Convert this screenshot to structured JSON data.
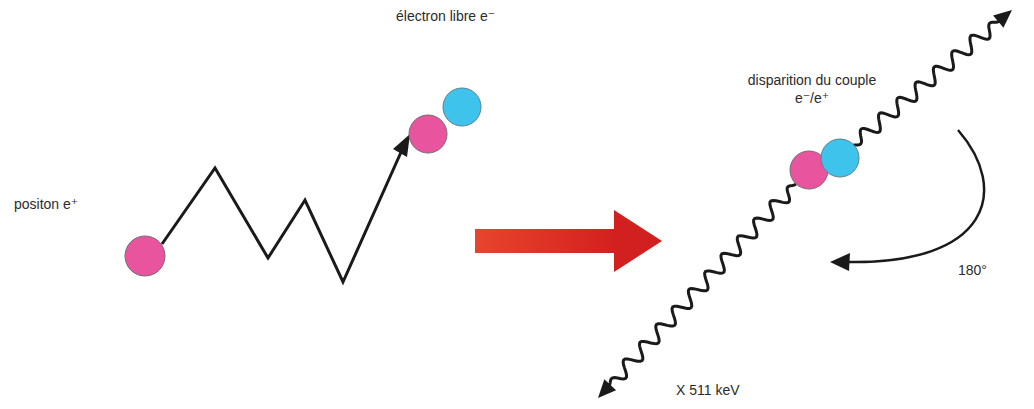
{
  "diagram": {
    "labels": [
      "positon e⁺",
      "électron libre e⁻",
      "disparition du couple e⁻/e⁺",
      "180°",
      "X 511 keV"
    ]
  }
}
